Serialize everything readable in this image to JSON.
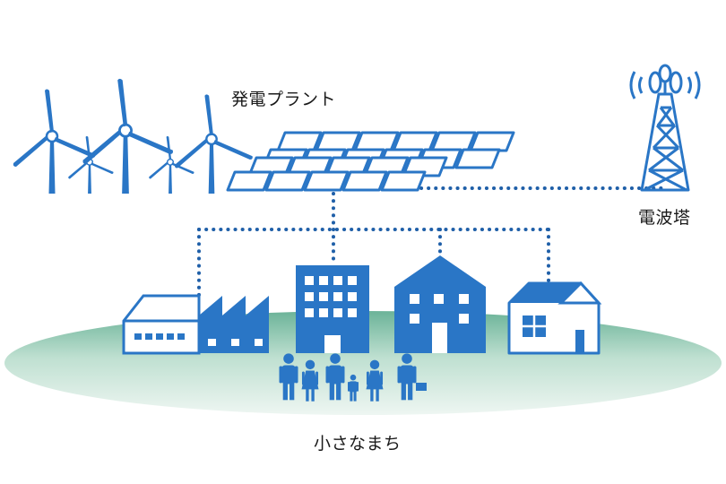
{
  "labels": {
    "power_plant": "発電プラント",
    "radio_tower": "電波塔",
    "small_town": "小さなまち"
  },
  "colors": {
    "blue": "#2a76c6",
    "ground_gradient_start": "#5aa88a",
    "ground_gradient_end": "#eef5f1",
    "link": "#1f5fa8"
  }
}
